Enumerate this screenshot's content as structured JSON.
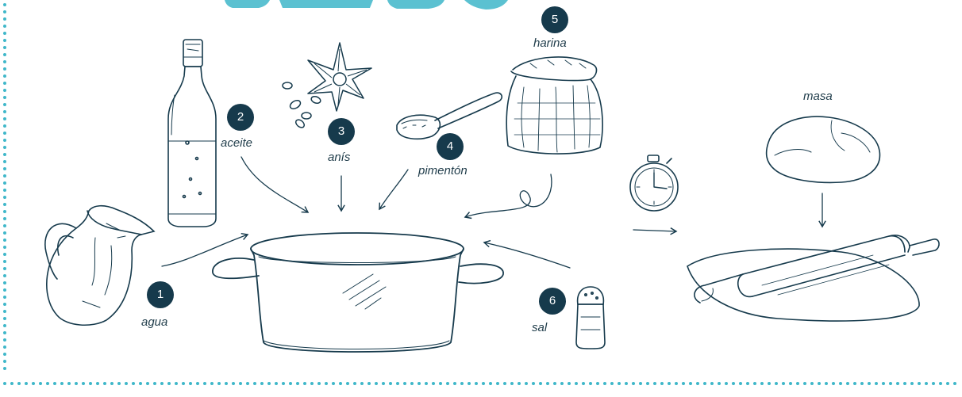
{
  "colors": {
    "ink": "#163a4c",
    "accent": "#3fb7c9",
    "label": "#1f3c4a",
    "background": "#ffffff"
  },
  "steps": [
    {
      "number": "1",
      "label": "agua",
      "icon": "water-jug-icon"
    },
    {
      "number": "2",
      "label": "aceite",
      "icon": "oil-bottle-icon"
    },
    {
      "number": "3",
      "label": "anís",
      "icon": "star-anise-icon"
    },
    {
      "number": "4",
      "label": "pimentón",
      "icon": "spoon-paprika-icon"
    },
    {
      "number": "5",
      "label": "harina",
      "icon": "flour-sack-icon"
    },
    {
      "number": "6",
      "label": "sal",
      "icon": "salt-shaker-icon"
    }
  ],
  "center": {
    "icon": "cooking-pot-icon"
  },
  "result": {
    "label": "masa",
    "dough_icon": "dough-ball-icon",
    "timer_icon": "stopwatch-icon",
    "rolling_icon": "rolling-pin-icon"
  }
}
